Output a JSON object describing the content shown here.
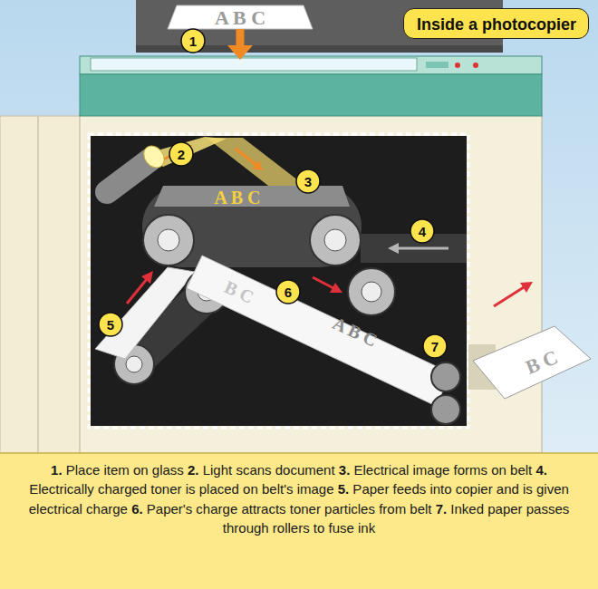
{
  "diagram": {
    "title": "Inside a photocopier",
    "caption": "1. Place item on glass 2. Light scans document 3. Electrical image forms on belt 4. Electrically charged toner is placed on belt's image 5. Paper feeds into copier and is given electrical charge 6. Paper's charge attracts toner particles from belt 7. Inked paper passes through rollers to fuse ink",
    "labels": [
      "A B C",
      "1",
      "2",
      "A B C",
      "3",
      "4",
      "5",
      "B C",
      "6",
      "A B C",
      "7",
      "B C"
    ]
  }
}
